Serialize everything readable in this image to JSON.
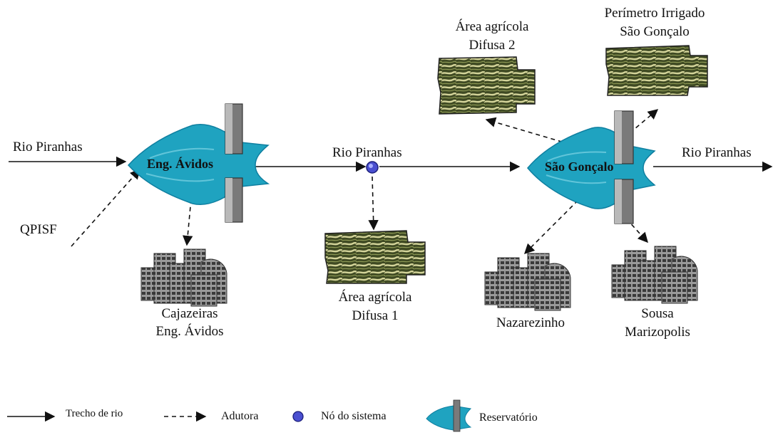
{
  "labels": {
    "rio_in": "Rio Piranhas",
    "rio_mid": "Rio Piranhas",
    "rio_out": "Rio Piranhas",
    "qpisf": "QPISF",
    "res1": "Eng. Ávidos",
    "res2": "São Gonçalo",
    "caj_line1": "Cajazeiras",
    "caj_line2": "Eng. Ávidos",
    "area1_line1": "Área agrícola",
    "area1_line2": "Difusa 1",
    "area2_line1": "Área agrícola",
    "area2_line2": "Difusa 2",
    "perim_line1": "Perímetro Irrigado",
    "perim_line2": "São Gonçalo",
    "nazarezinho": "Nazarezinho",
    "sousa_line1": "Sousa",
    "sousa_line2": "Marizopolis"
  },
  "legend": {
    "trecho": "Trecho de rio",
    "adutora": "Adutora",
    "no": "Nó do sistema",
    "reservatorio": "Reservatório"
  },
  "colors": {
    "water": "#1fa3c0",
    "water_dark": "#0f7fa0",
    "node": "#4a4fd0",
    "field_dark": "#3f4a23",
    "field_light": "#c9c98a",
    "building": "#8a8a8a",
    "dam": "#7a7a7a"
  },
  "icons": {
    "reservoir": "reservoir-icon",
    "city": "city-buildings-icon",
    "field": "agricultural-field-icon",
    "node": "system-node-icon"
  }
}
